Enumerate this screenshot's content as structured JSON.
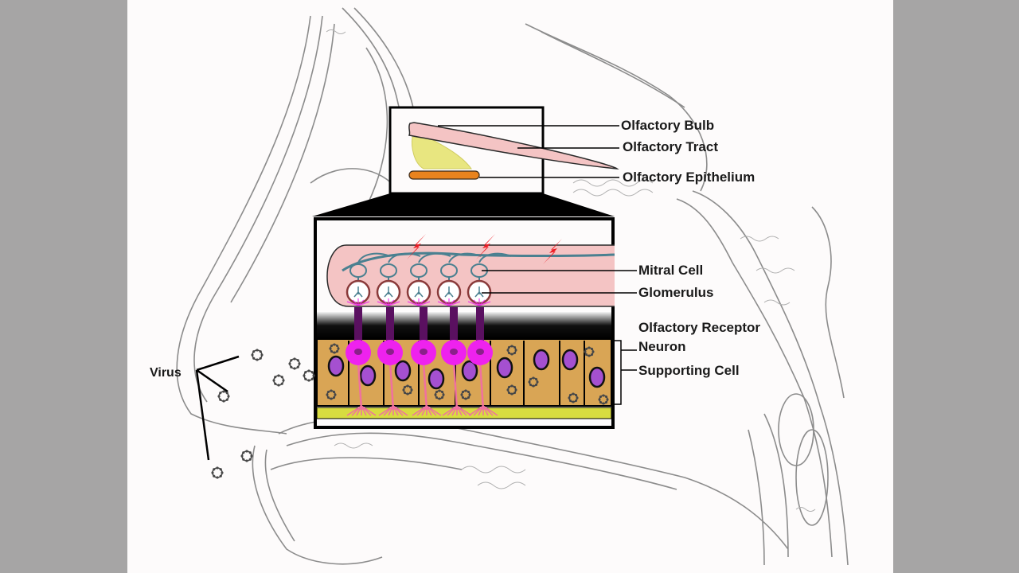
{
  "labels": {
    "olfactory_bulb": "Olfactory Bulb",
    "olfactory_tract": "Olfactory Tract",
    "olfactory_epithelium": "Olfactory Epithelium",
    "mitral_cell": "Mitral Cell",
    "glomerulus": "Glomerulus",
    "olfactory_receptor_neuron_line1": "Olfactory Receptor",
    "olfactory_receptor_neuron_line2": "Neuron",
    "supporting_cell": "Supporting Cell",
    "virus": "Virus"
  },
  "colors": {
    "background_frame": "#a6a5a5",
    "slide": "#fdfbfb",
    "bulb_pink": "#f4c4c4",
    "ethmoid_yellow": "#e8e680",
    "epithelium_orange": "#e8831e",
    "supporting_cell_tan": "#d9a555",
    "nucleus_purple": "#a550d0",
    "neuron_magenta": "#ee22ee",
    "basal_layer_yellow": "#d8dc40",
    "lightning_red": "#ee1c24",
    "mitral_teal": "#4a8090",
    "glomerulus_ring": "#8a3a3a",
    "anatomy_line": "#8c8c8c"
  },
  "counts": {
    "glomeruli": 5,
    "receptor_neurons": 5,
    "lightning_bolts": 3,
    "virus_particles": 7
  }
}
